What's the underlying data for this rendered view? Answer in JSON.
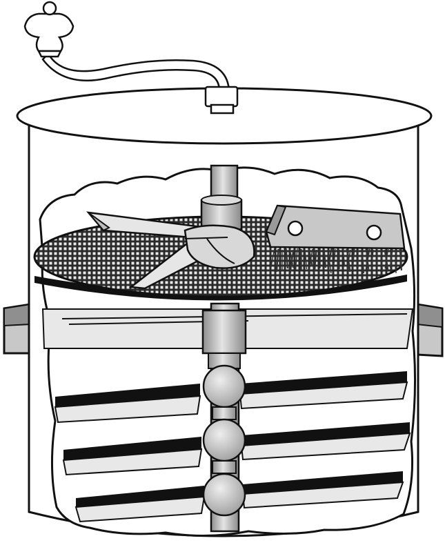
{
  "colors": {
    "line": "#111111",
    "fill": "#ffffff",
    "metal": "#c8c8c8",
    "metal_dark": "#9a9a9a",
    "metal_light": "#e6e6e6",
    "mesh": "#2a2a2a",
    "bristle": "#333333"
  },
  "parts": [
    "crank-handle",
    "lid",
    "vessel",
    "drive-shaft",
    "scraper-arm",
    "brush",
    "sieve-screen",
    "shelves",
    "shaft-bearings",
    "side-handles"
  ]
}
